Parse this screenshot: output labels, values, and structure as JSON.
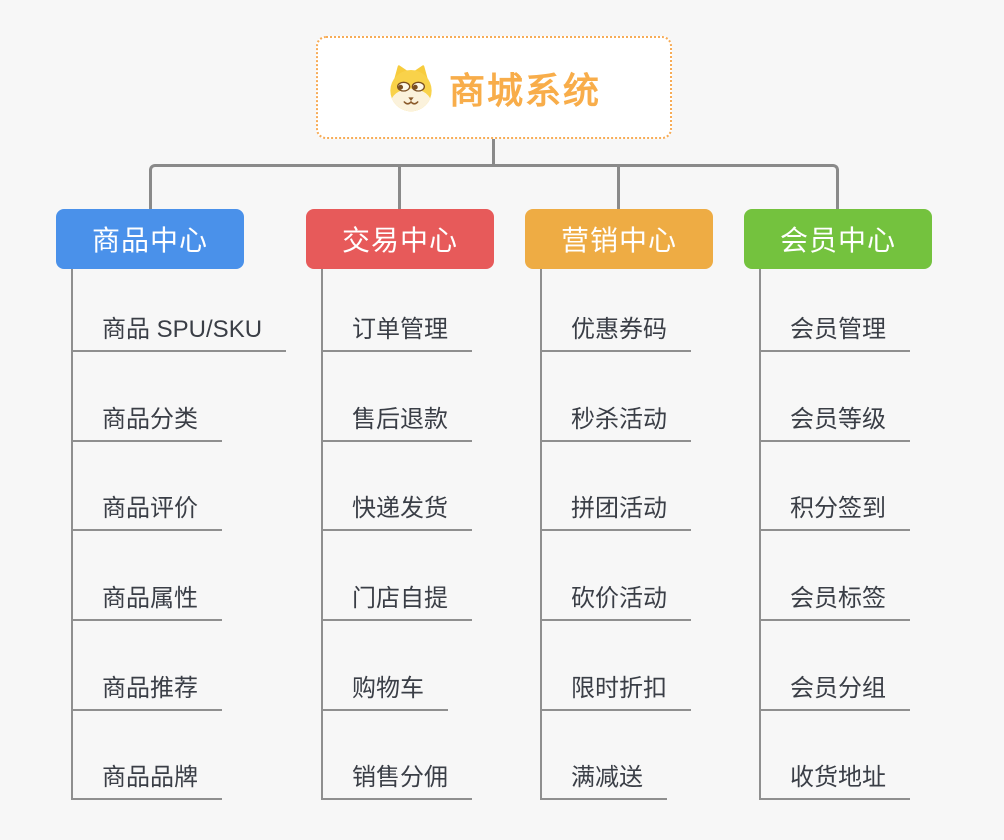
{
  "root": {
    "title": "商城系统",
    "icon": "doge-emoji",
    "title_color": "#F8AD4A",
    "border_color": "#F7AC57"
  },
  "branches": [
    {
      "label": "商品中心",
      "color": "#4A91EA",
      "children": [
        "商品 SPU/SKU",
        "商品分类",
        "商品评价",
        "商品属性",
        "商品推荐",
        "商品品牌"
      ]
    },
    {
      "label": "交易中心",
      "color": "#E75A5A",
      "children": [
        "订单管理",
        "售后退款",
        "快递发货",
        "门店自提",
        "购物车",
        "销售分佣"
      ]
    },
    {
      "label": "营销中心",
      "color": "#EEAC44",
      "children": [
        "优惠券码",
        "秒杀活动",
        "拼团活动",
        "砍价活动",
        "限时折扣",
        "满减送"
      ]
    },
    {
      "label": "会员中心",
      "color": "#74C23E",
      "children": [
        "会员管理",
        "会员等级",
        "积分签到",
        "会员标签",
        "会员分组",
        "收货地址"
      ]
    }
  ],
  "canvas": {
    "background": "#F7F7F7",
    "connector_color": "#8A8A8A",
    "leaf_text_color": "#3A3E46",
    "leaf_underline_color": "#8F8F8F"
  }
}
